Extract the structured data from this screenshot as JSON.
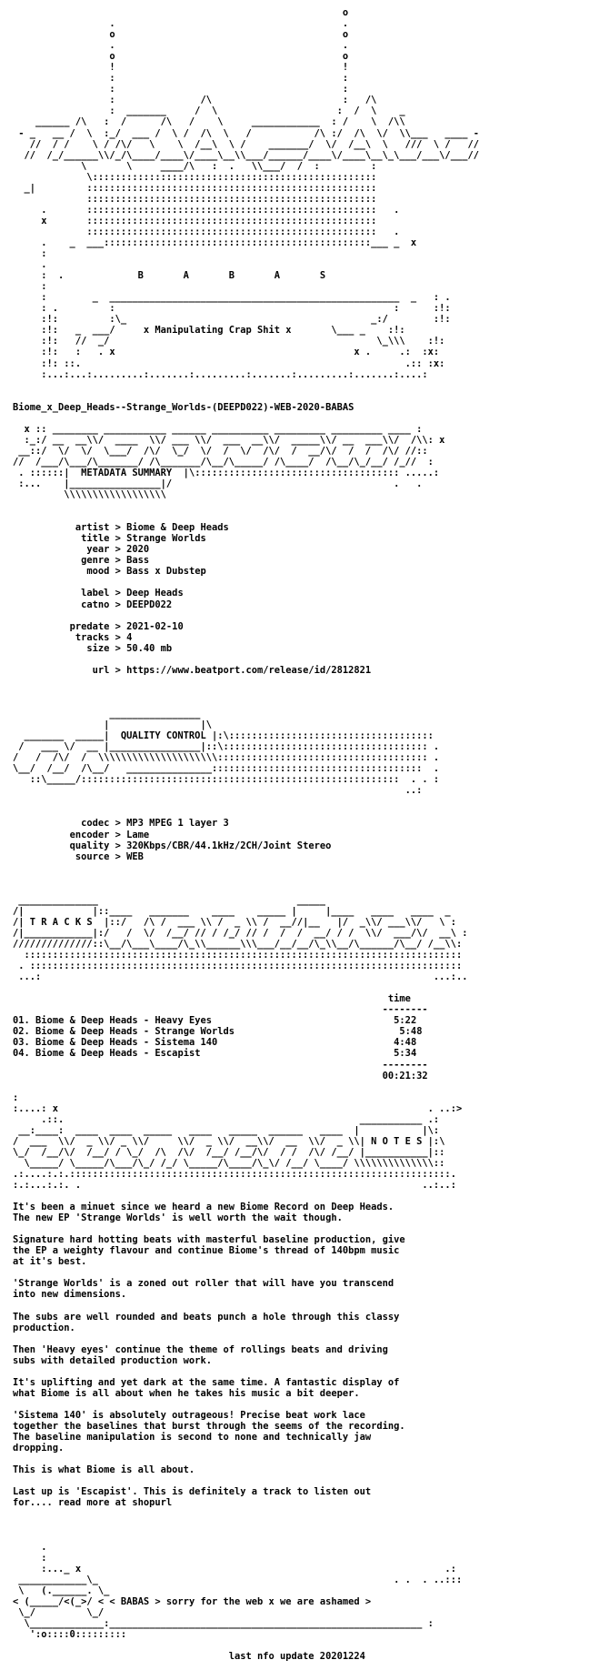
{
  "release_name": "Biome_x_Deep_Heads--Strange_Worlds-(DEEPD022)-WEB-2020-BABAS",
  "group_letters": "B       A       B       A       S",
  "tagline": "x Manipulating Crap Shit x",
  "sections": {
    "metadata": "METADATA SUMMARY",
    "quality": "QUALITY CONTROL",
    "tracks": "T R A C K S",
    "notes": "N O T E S"
  },
  "metadata": [
    {
      "key": "artist",
      "value": "Biome & Deep Heads"
    },
    {
      "key": "title",
      "value": "Strange Worlds"
    },
    {
      "key": "year",
      "value": "2020"
    },
    {
      "key": "genre",
      "value": "Bass"
    },
    {
      "key": "mood",
      "value": "Bass x Dubstep"
    },
    {
      "key": "label",
      "value": "Deep Heads"
    },
    {
      "key": "catno",
      "value": "DEEPD022"
    },
    {
      "key": "predate",
      "value": "2021-02-10"
    },
    {
      "key": "tracks",
      "value": "4"
    },
    {
      "key": "size",
      "value": "50.40 mb"
    },
    {
      "key": "url",
      "value": "https://www.beatport.com/release/id/2812821"
    }
  ],
  "quality": [
    {
      "key": "codec",
      "value": "MP3 MPEG 1 layer 3"
    },
    {
      "key": "encoder",
      "value": "Lame"
    },
    {
      "key": "quality",
      "value": "320Kbps/CBR/44.1kHz/2CH/Joint Stereo"
    },
    {
      "key": "source",
      "value": "WEB"
    }
  ],
  "tracklist": {
    "time_header": "time",
    "items": [
      {
        "no": "01.",
        "name": "Biome & Deep Heads - Heavy Eyes",
        "time": "5:22"
      },
      {
        "no": "02.",
        "name": "Biome & Deep Heads - Strange Worlds",
        "time": "5:48"
      },
      {
        "no": "03.",
        "name": "Biome & Deep Heads - Sistema 140",
        "time": "4:48"
      },
      {
        "no": "04.",
        "name": "Biome & Deep Heads - Escapist",
        "time": "5:34"
      }
    ],
    "total": "00:21:32"
  },
  "notes": [
    "It's been a minuet since we heard a new Biome Record on Deep Heads.",
    "The new EP 'Strange Worlds' is well worth the wait though.",
    "",
    "Signature hard hotting beats with masterful baseline production, give",
    "the EP a weighty flavour and continue Biome's thread of 140bpm music",
    "at it's best.",
    "",
    "'Strange Worlds' is a zoned out roller that will have you transcend",
    "into new dimensions.",
    "",
    "The subs are well rounded and beats punch a hole through this classy",
    "production.",
    "",
    "Then 'Heavy eyes' continue the theme of rollings beats and driving",
    "subs with detailed production work.",
    "",
    "It's uplifting and yet dark at the same time. A fantastic display of",
    "what Biome is all about when he takes his music a bit deeper.",
    "",
    "'Sistema 140' is absolutely outrageous! Precise beat work lace",
    "together the baselines that burst through the seems of the recording.",
    "The baseline manipulation is second to none and technically jaw",
    "dropping.",
    "",
    "This is what Biome is all about.",
    "",
    "Last up is 'Escapist'. This is definitely a track to listen out",
    "for.... read more at shopurl"
  ],
  "footer_message": "< BABAS > sorry for the web x we are ashamed >",
  "last_update": "last nfo update 20201224"
}
